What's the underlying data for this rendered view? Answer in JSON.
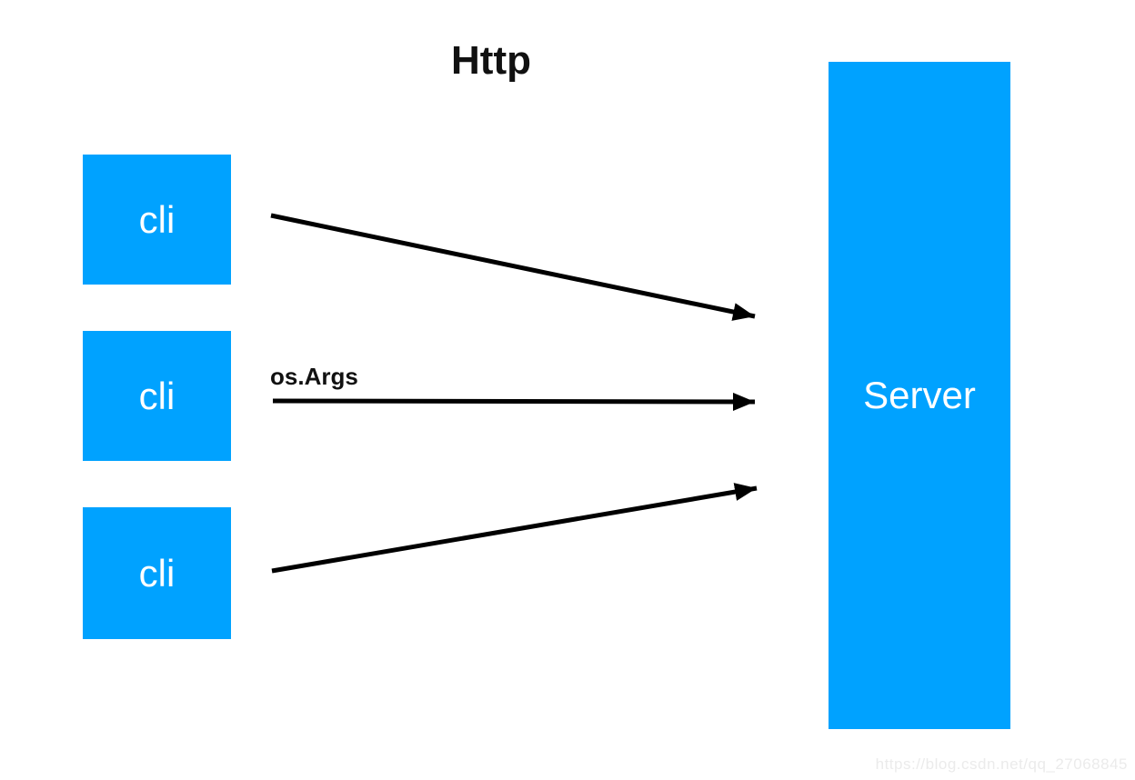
{
  "colors": {
    "node-fill": "#00A2FF",
    "node-text": "#FFFFFF",
    "arrow": "#000000",
    "title-text": "#111111",
    "watermark-text": "#EBEBEB",
    "background": "#FFFFFF"
  },
  "diagram": {
    "title": "Http",
    "clients": [
      {
        "label": "cli"
      },
      {
        "label": "cli"
      },
      {
        "label": "cli"
      }
    ],
    "server": {
      "label": "Server"
    },
    "arrows": [
      {
        "from": "cli-1",
        "to": "server",
        "label": ""
      },
      {
        "from": "cli-2",
        "to": "server",
        "label": "os.Args"
      },
      {
        "from": "cli-3",
        "to": "server",
        "label": ""
      }
    ]
  },
  "watermark": "https://blog.csdn.net/qq_27068845"
}
